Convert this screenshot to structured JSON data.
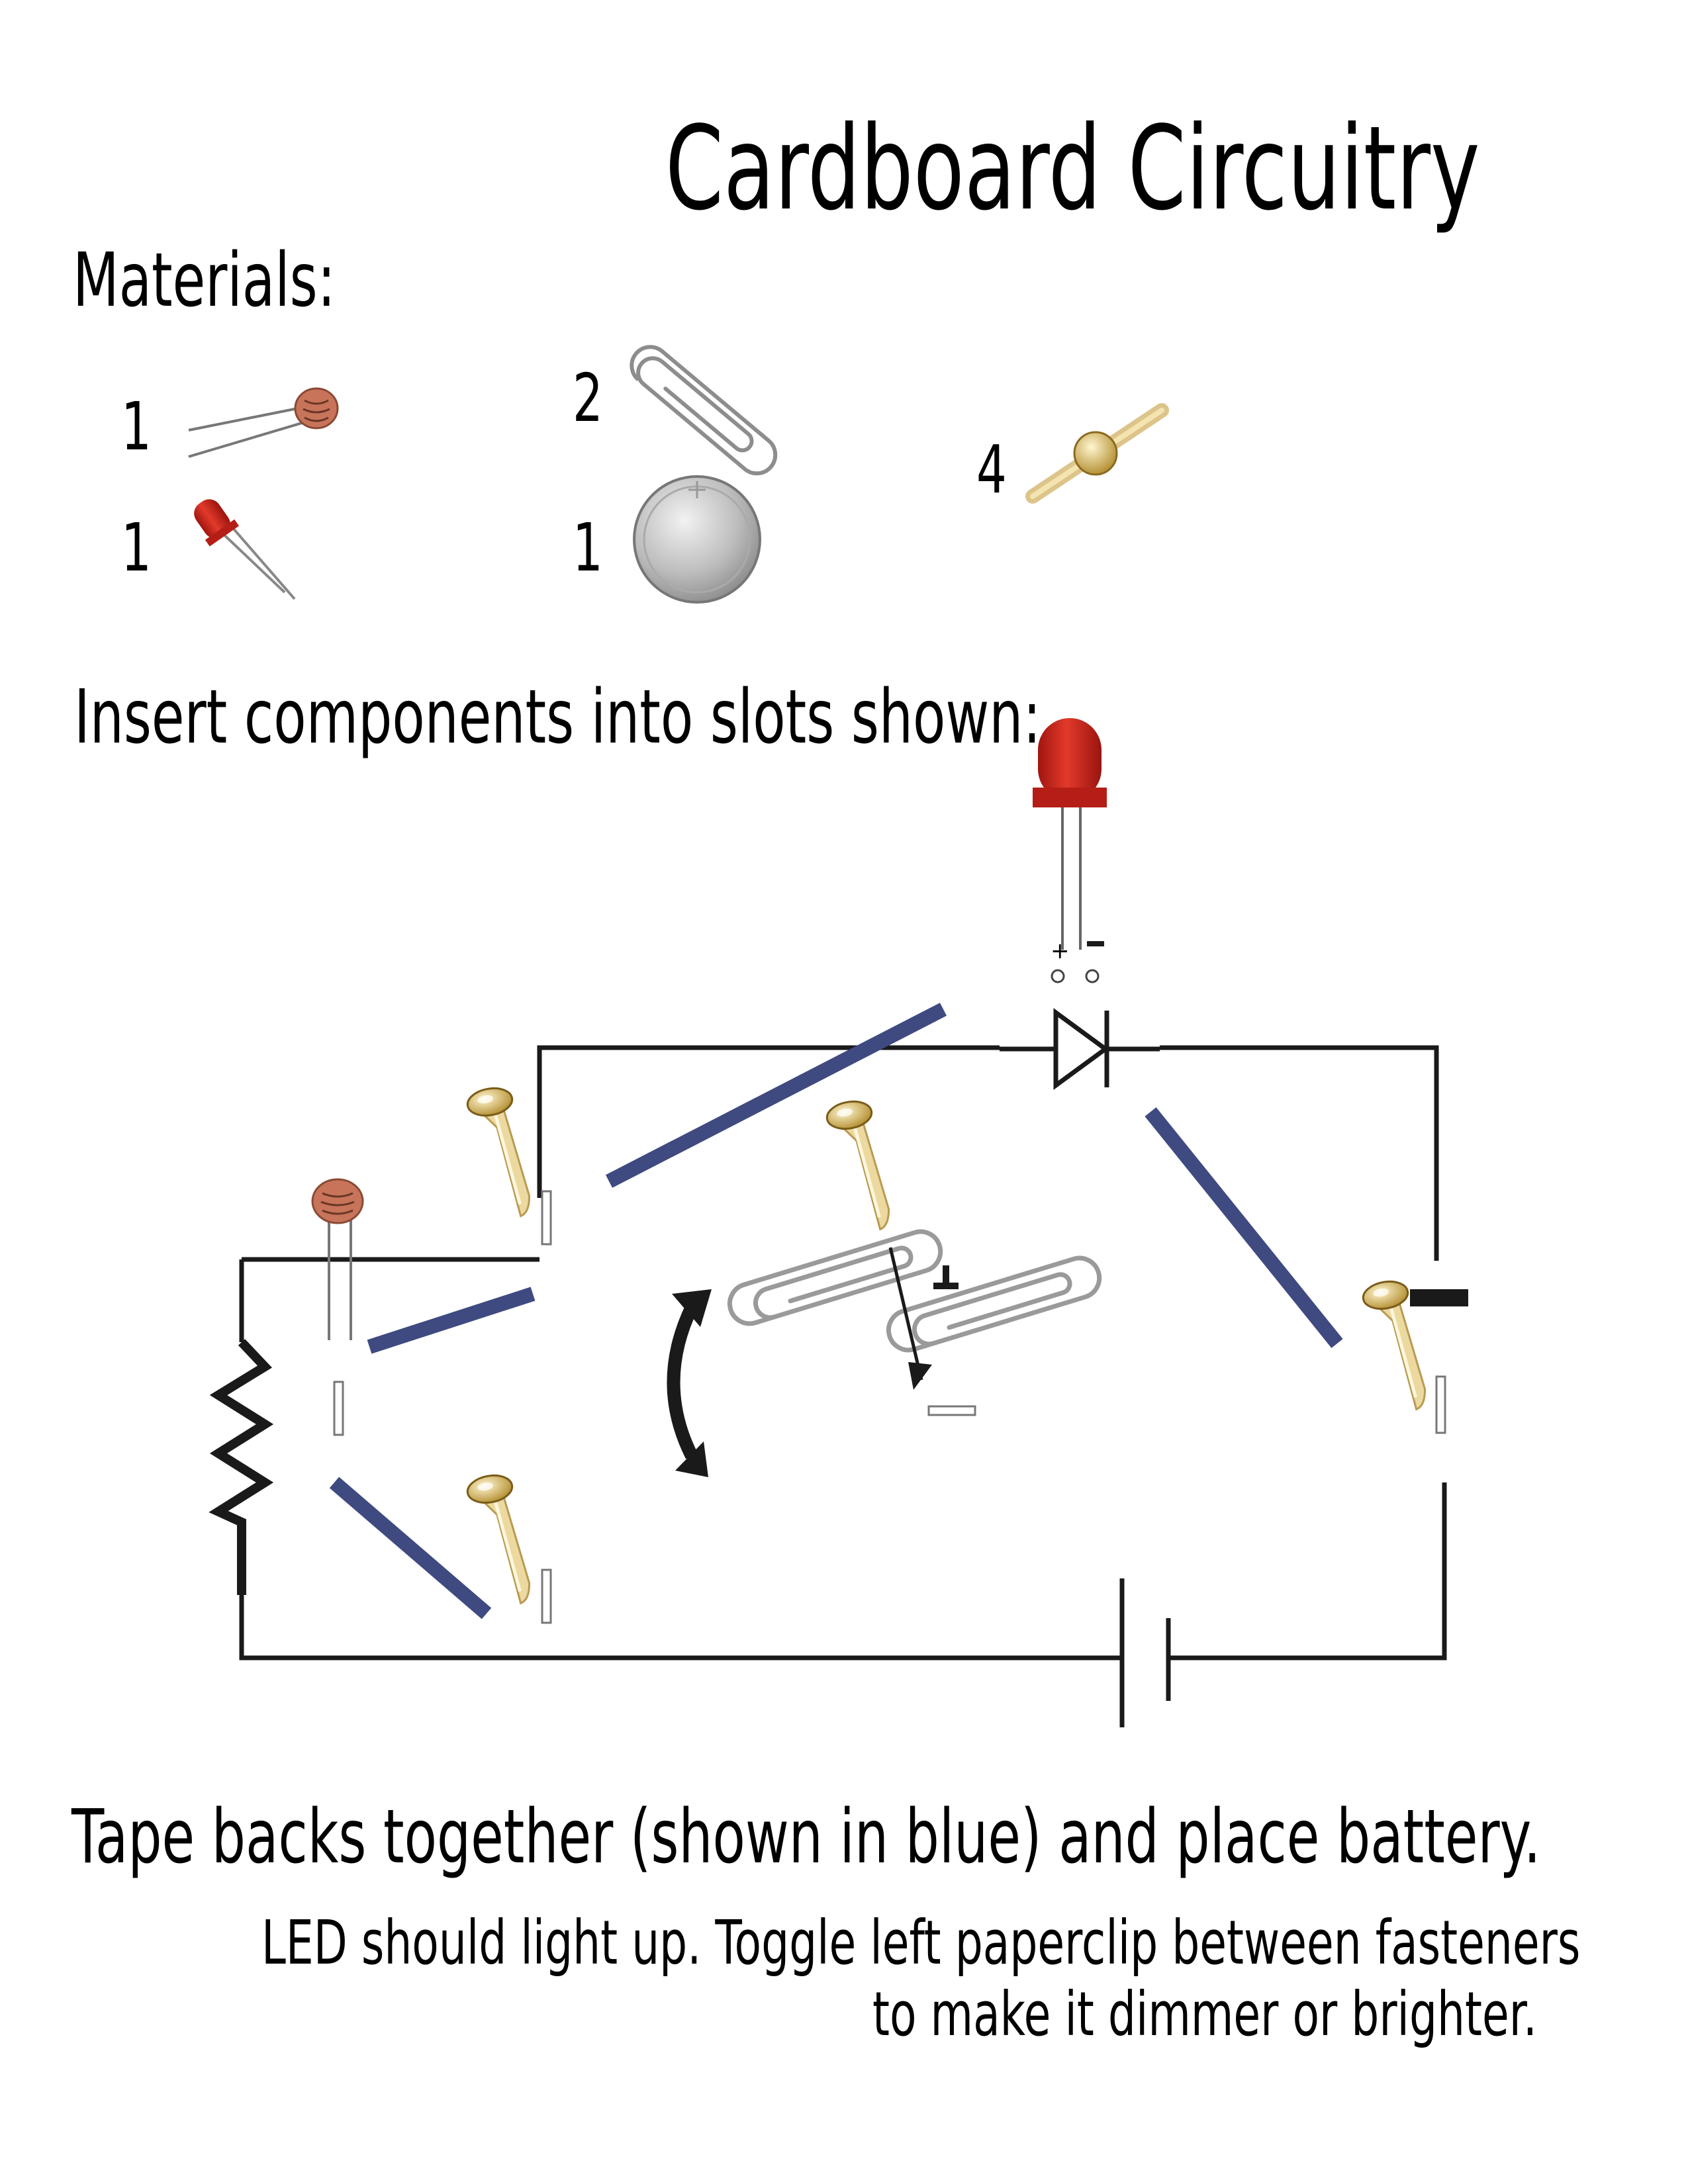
{
  "title": "Cardboard Circuitry",
  "materials_heading": "Materials:",
  "materials": [
    {
      "qty": "1",
      "icon": "photoresistor-icon"
    },
    {
      "qty": "1",
      "icon": "red-led-icon"
    },
    {
      "qty": "2",
      "icon": "paperclip-icon"
    },
    {
      "qty": "1",
      "icon": "coin-battery-icon"
    },
    {
      "qty": "4",
      "icon": "brass-fastener-icon"
    }
  ],
  "instruction_insert": "Insert components into slots shown:",
  "led_terminals": {
    "plus": "+",
    "minus": "-"
  },
  "battery_label": {
    "plus": "+"
  },
  "instruction_tape": "Tape backs together (shown in blue) and place battery.",
  "instruction_led_line1": "LED should light up. Toggle left paperclip between fasteners",
  "instruction_led_line2": "to make it dimmer or brighter.",
  "colors": {
    "tape": "#3e4a80",
    "led": "#d42a20",
    "brass": "#e6cf8a",
    "wire": "#1a1a1a"
  }
}
